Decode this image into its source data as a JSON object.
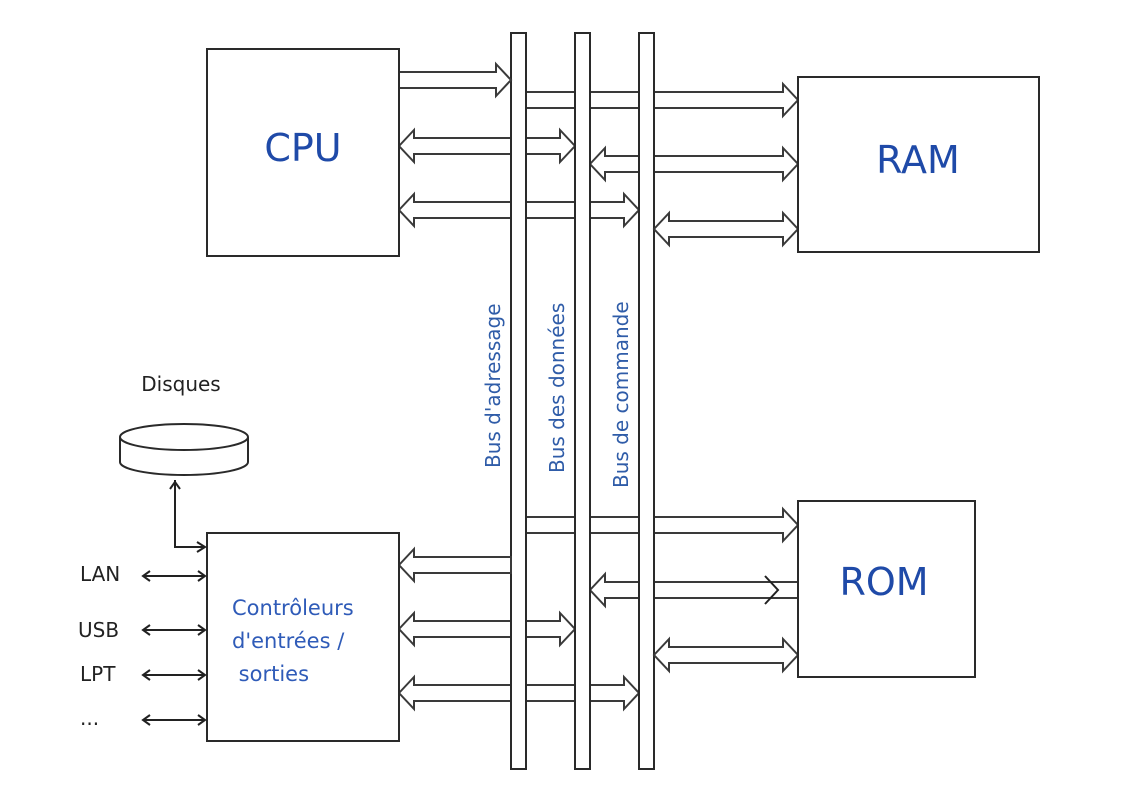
{
  "diagram": {
    "title": "Architecture d'un ordinateur : bus système",
    "components": {
      "cpu": "CPU",
      "ram": "RAM",
      "rom": "ROM",
      "io_lines": [
        "Contrôleurs",
        "d'entrées /",
        " sorties"
      ],
      "disks": "Disques"
    },
    "buses": [
      {
        "id": "address",
        "label": "Bus d'adressage"
      },
      {
        "id": "data",
        "label": "Bus des données"
      },
      {
        "id": "command",
        "label": "Bus de commande"
      }
    ],
    "peripherals": [
      "LAN",
      "USB",
      "LPT",
      "..."
    ],
    "colors": {
      "label_blue": "#1f4aa8",
      "stroke": "#2a2a2a"
    }
  }
}
